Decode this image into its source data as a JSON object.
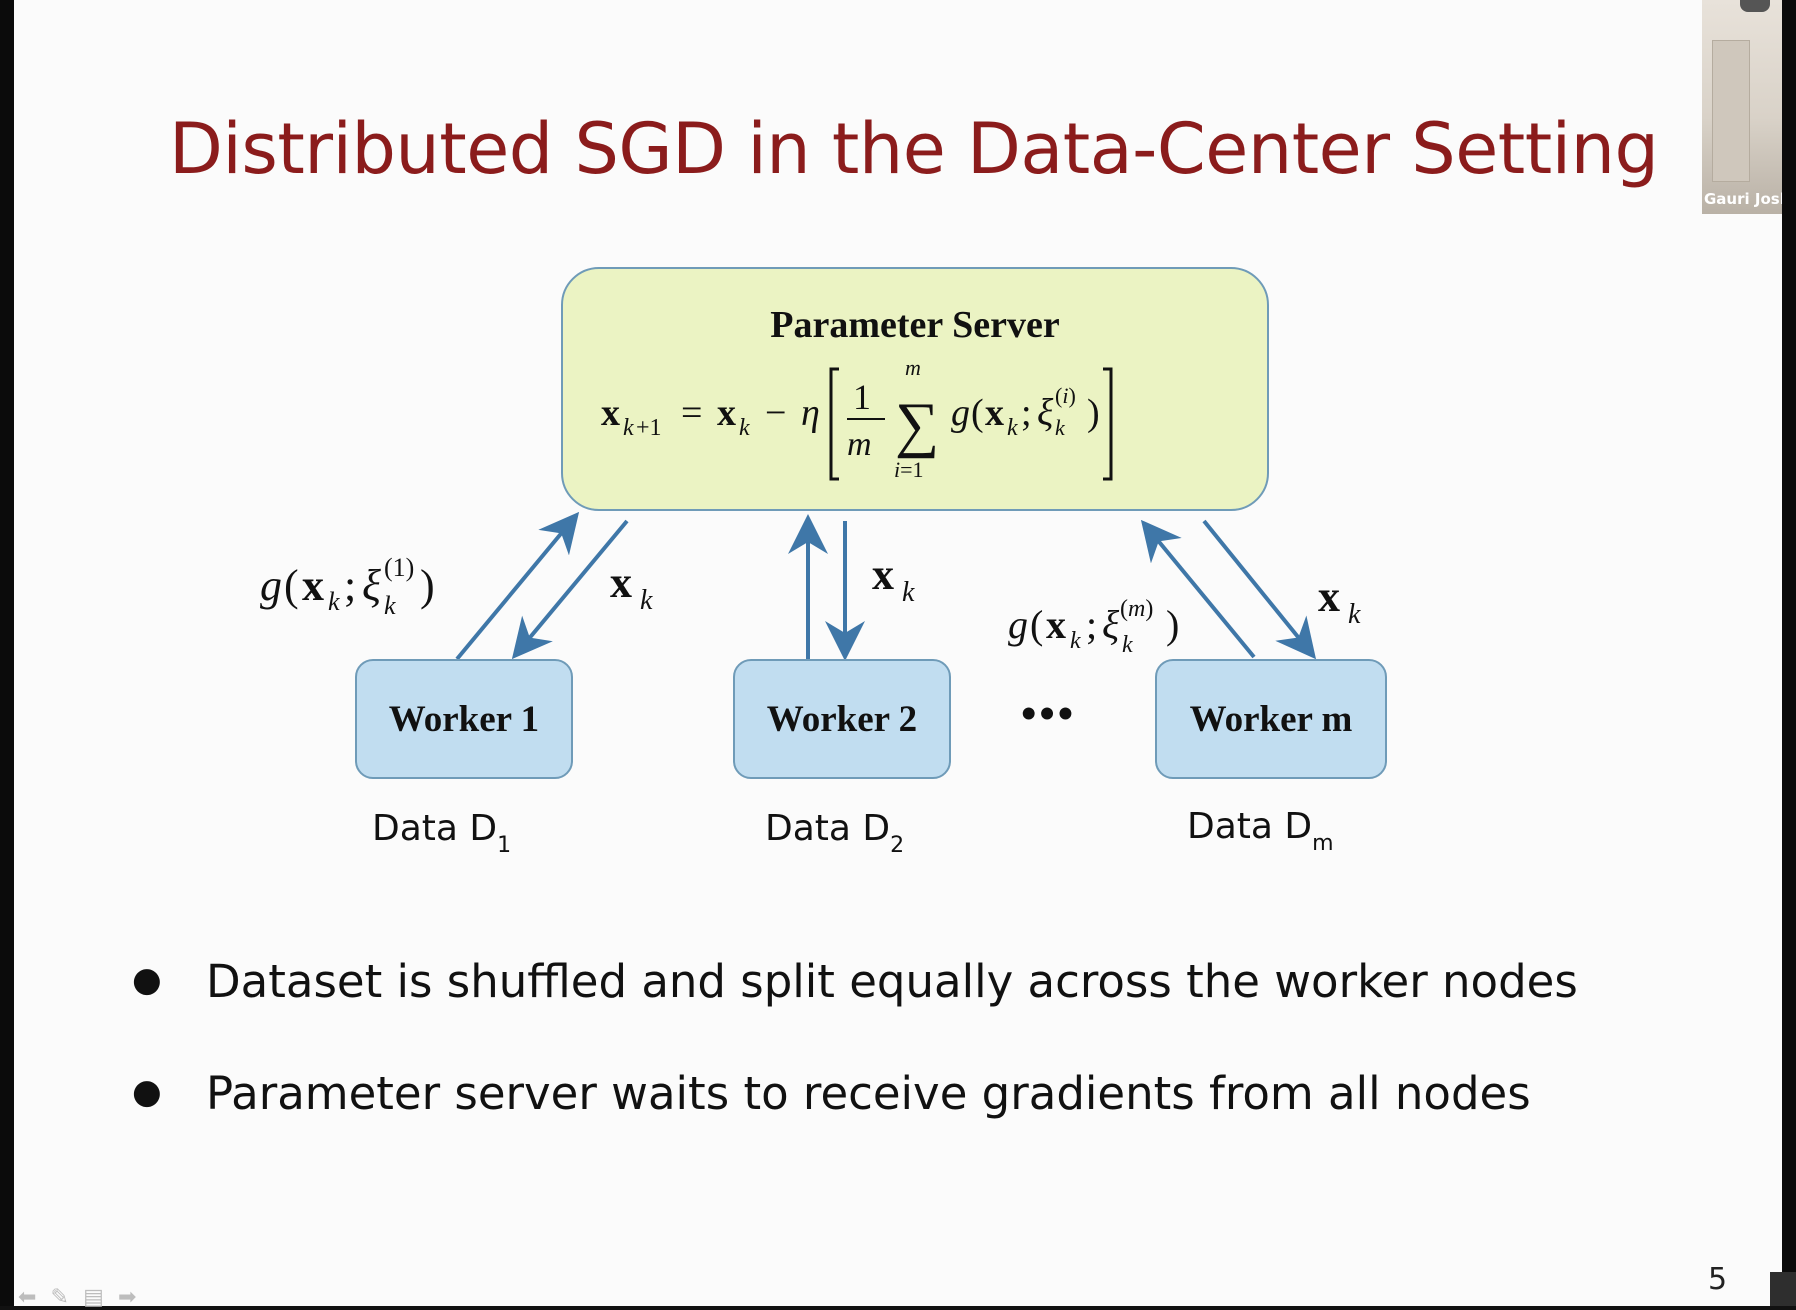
{
  "slide": {
    "title": "Distributed SGD in the Data-Center Setting",
    "page_number": "5"
  },
  "parameter_server": {
    "title": "Parameter Server"
  },
  "workers": [
    {
      "label": "Worker 1",
      "data_label": "Data D",
      "data_sub": "1"
    },
    {
      "label": "Worker 2",
      "data_label": "Data D",
      "data_sub": "2"
    },
    {
      "label": "Worker m",
      "data_label": "Data D",
      "data_sub": "m"
    }
  ],
  "ellipsis": "•••",
  "bullets": [
    "Dataset is shuffled and split equally across the worker nodes",
    "Parameter server waits to receive gradients from all nodes"
  ],
  "video": {
    "participant_name": "Gauri Joshi"
  },
  "colors": {
    "title": "#8b1c1c",
    "server_fill": "#ebf3c3",
    "worker_fill": "#c1ddf0",
    "border": "#6f9bb8",
    "arrow": "#3f77a8"
  }
}
